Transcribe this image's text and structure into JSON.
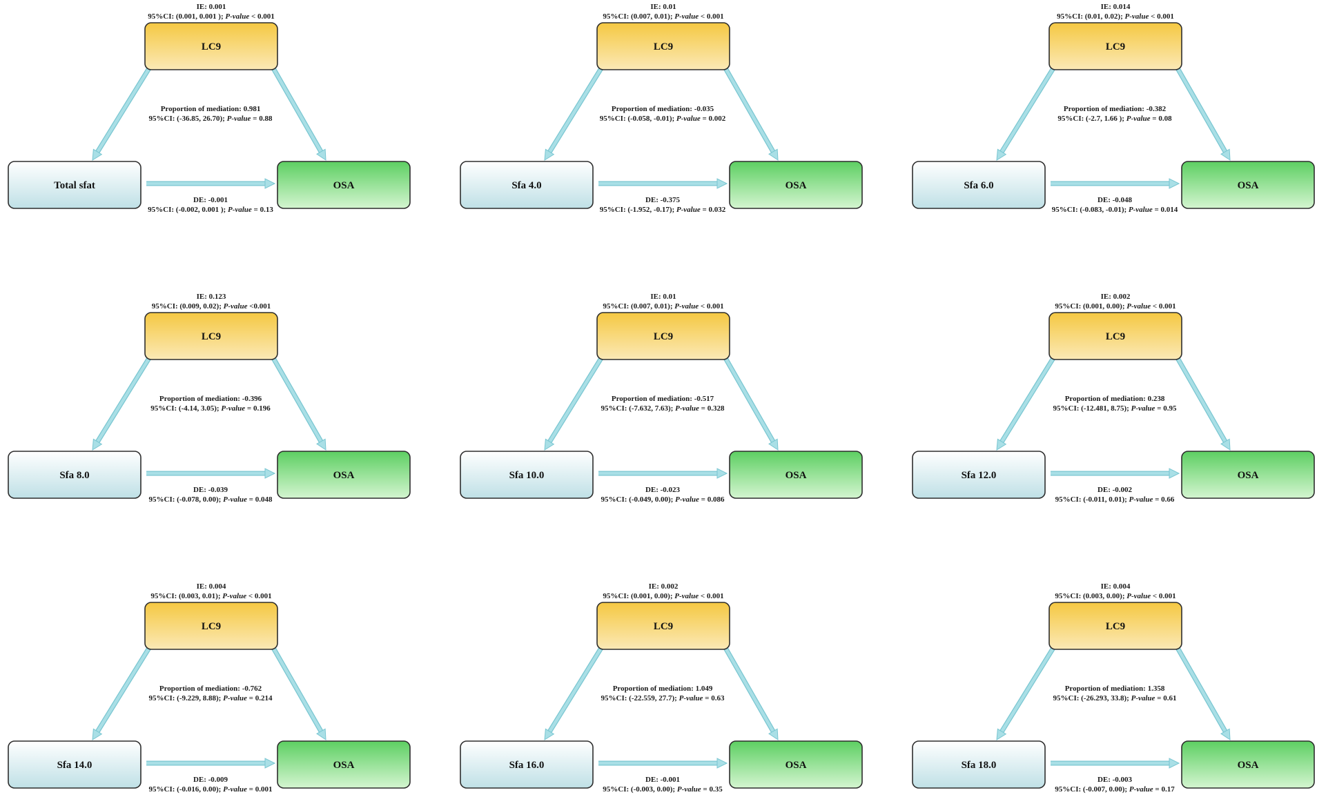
{
  "colors": {
    "mediator_top": "#f5c842",
    "mediator_bottom": "#fbe9b6",
    "exposure_top": "#ffffff",
    "exposure_bottom": "#bfe0e6",
    "outcome_top": "#5dcf62",
    "outcome_bottom": "#d4f5d0",
    "arrow": "#a9dfe6",
    "arrow_edge": "#79c6d1"
  },
  "panels": [
    {
      "exposure": "Total sfat",
      "mediator": "LC9",
      "outcome": "OSA",
      "ie": {
        "label": "IE:",
        "value": "0.001",
        "ci": "95%CI: (0.001, 0.001 );",
        "pv_label": "P-value",
        "pv": "< 0.001"
      },
      "prop": {
        "label": "Proportion of mediation:",
        "value": "0.981",
        "ci": "95%CI: (-36.85, 26.70);",
        "pv_label": "P-value",
        "pv": "= 0.88"
      },
      "de": {
        "label": "DE:",
        "value": "-0.001",
        "ci": "95%CI: (-0.002, 0.001 );",
        "pv_label": "P-value",
        "pv": "= 0.13"
      }
    },
    {
      "exposure": "Sfa 4.0",
      "mediator": "LC9",
      "outcome": "OSA",
      "ie": {
        "label": "IE:",
        "value": "0.01",
        "ci": "95%CI: (0.007, 0.01);",
        "pv_label": "P-value",
        "pv": "< 0.001"
      },
      "prop": {
        "label": "Proportion of mediation:",
        "value": "-0.035",
        "ci": "95%CI: (-0.058, -0.01);",
        "pv_label": "P-value",
        "pv": "= 0.002"
      },
      "de": {
        "label": "DE:",
        "value": "-0.375",
        "ci": "95%CI: (-1.952, -0.17);",
        "pv_label": "P-value",
        "pv": "= 0.032"
      }
    },
    {
      "exposure": "Sfa 6.0",
      "mediator": "LC9",
      "outcome": "OSA",
      "ie": {
        "label": "IE:",
        "value": "0.014",
        "ci": "95%CI: (0.01, 0.02);",
        "pv_label": "P-value",
        "pv": "< 0.001"
      },
      "prop": {
        "label": "Proportion of mediation:",
        "value": "-0.382",
        "ci": "95%CI: (-2.7, 1.66 );",
        "pv_label": "P-value",
        "pv": "= 0.08"
      },
      "de": {
        "label": "DE:",
        "value": "-0.048",
        "ci": "95%CI: (-0.083, -0.01);",
        "pv_label": "P-value",
        "pv": "= 0.014"
      }
    },
    {
      "exposure": "Sfa 8.0",
      "mediator": "LC9",
      "outcome": "OSA",
      "ie": {
        "label": "IE:",
        "value": "0.123",
        "ci": "95%CI: (0.009, 0.02);",
        "pv_label": "P-value",
        "pv": "<0.001"
      },
      "prop": {
        "label": "Proportion of mediation:",
        "value": "-0.396",
        "ci": "95%CI: (-4.14, 3.05);",
        "pv_label": "P-value",
        "pv": "= 0.196"
      },
      "de": {
        "label": "DE:",
        "value": "-0.039",
        "ci": "95%CI: (-0.078, 0.00);",
        "pv_label": "P-value",
        "pv": "= 0.048"
      }
    },
    {
      "exposure": "Sfa 10.0",
      "mediator": "LC9",
      "outcome": "OSA",
      "ie": {
        "label": "IE:",
        "value": "0.01",
        "ci": "95%CI: (0.007, 0.01);",
        "pv_label": "P-value",
        "pv": "< 0.001"
      },
      "prop": {
        "label": "Proportion of mediation:",
        "value": "-0.517",
        "ci": "95%CI: (-7.632, 7.63);",
        "pv_label": "P-value",
        "pv": "= 0.328"
      },
      "de": {
        "label": "DE:",
        "value": "-0.023",
        "ci": "95%CI: (-0.049, 0.00);",
        "pv_label": "P-value",
        "pv": "= 0.086"
      }
    },
    {
      "exposure": "Sfa 12.0",
      "mediator": "LC9",
      "outcome": "OSA",
      "ie": {
        "label": "IE:",
        "value": "0.002",
        "ci": "95%CI: (0.001, 0.00);",
        "pv_label": "P-value",
        "pv": "< 0.001"
      },
      "prop": {
        "label": "Proportion of mediation:",
        "value": "0.238",
        "ci": "95%CI: (-12.481, 8.75);",
        "pv_label": "P-value",
        "pv": "= 0.95"
      },
      "de": {
        "label": "DE:",
        "value": "-0.002",
        "ci": "95%CI: (-0.011, 0.01);",
        "pv_label": "P-value",
        "pv": "= 0.66"
      }
    },
    {
      "exposure": "Sfa 14.0",
      "mediator": "LC9",
      "outcome": "OSA",
      "ie": {
        "label": "IE:",
        "value": "0.004",
        "ci": "95%CI: (0.003, 0.01);",
        "pv_label": "P-value",
        "pv": "< 0.001"
      },
      "prop": {
        "label": "Proportion of mediation:",
        "value": "-0.762",
        "ci": "95%CI: (-9.229, 8.88);",
        "pv_label": "P-value",
        "pv": "= 0.214"
      },
      "de": {
        "label": "DE:",
        "value": "-0.009",
        "ci": "95%CI: (-0.016, 0.00);",
        "pv_label": "P-value",
        "pv": "= 0.001"
      }
    },
    {
      "exposure": "Sfa 16.0",
      "mediator": "LC9",
      "outcome": "OSA",
      "ie": {
        "label": "IE:",
        "value": "0.002",
        "ci": "95%CI: (0.001, 0.00);",
        "pv_label": "P-value",
        "pv": "< 0.001"
      },
      "prop": {
        "label": "Proportion of mediation:",
        "value": "1.049",
        "ci": "95%CI: (-22.559, 27.7);",
        "pv_label": "P-value",
        "pv": "= 0.63"
      },
      "de": {
        "label": "DE:",
        "value": "-0.001",
        "ci": "95%CI: (-0.003, 0.00);",
        "pv_label": "P-value",
        "pv": "= 0.35"
      }
    },
    {
      "exposure": "Sfa 18.0",
      "mediator": "LC9",
      "outcome": "OSA",
      "ie": {
        "label": "IE:",
        "value": "0.004",
        "ci": "95%CI: (0.003, 0.00);",
        "pv_label": "P-value",
        "pv": "< 0.001"
      },
      "prop": {
        "label": "Proportion of mediation:",
        "value": "1.358",
        "ci": "95%CI: (-26.293, 33.8);",
        "pv_label": "P-value",
        "pv": "= 0.61"
      },
      "de": {
        "label": "DE:",
        "value": "-0.003",
        "ci": "95%CI: (-0.007, 0.00);",
        "pv_label": "P-value",
        "pv": "= 0.17"
      }
    }
  ]
}
